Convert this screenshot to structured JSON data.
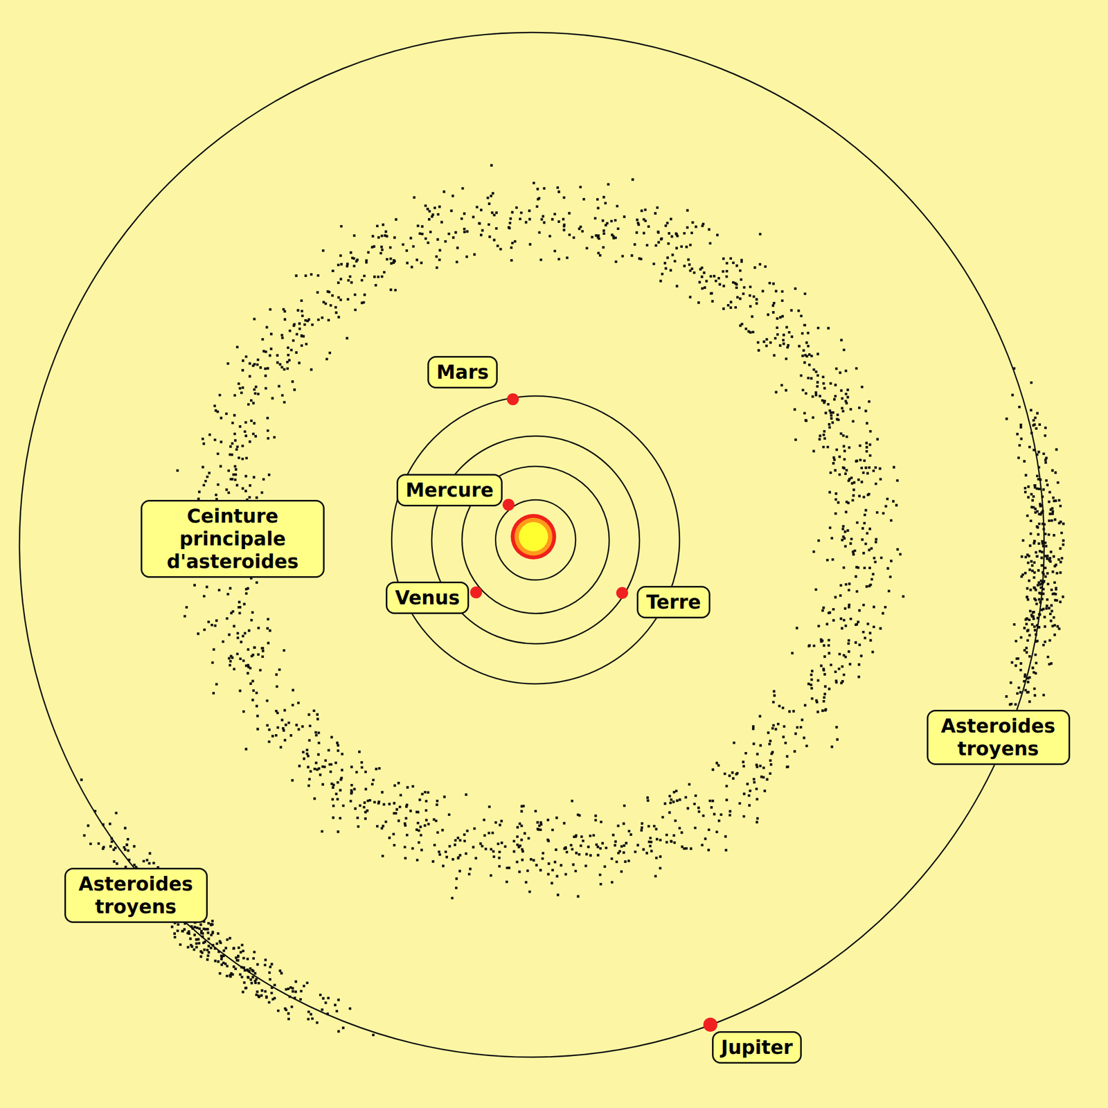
{
  "diagram": {
    "nodes": [
      {
        "text": [
          "Mars"
        ]
      },
      {
        "text": [
          "Mercure"
        ]
      },
      {
        "text": [
          "Ceinture principale d'asteroides"
        ]
      },
      {
        "text": [
          "Venus"
        ]
      },
      {
        "text": [
          "Terre"
        ]
      },
      {
        "text": [
          "Asteroides troyens"
        ]
      },
      {
        "text": [
          "Asteroides troyens"
        ]
      },
      {
        "text": [
          "Jupiter"
        ]
      }
    ]
  }
}
